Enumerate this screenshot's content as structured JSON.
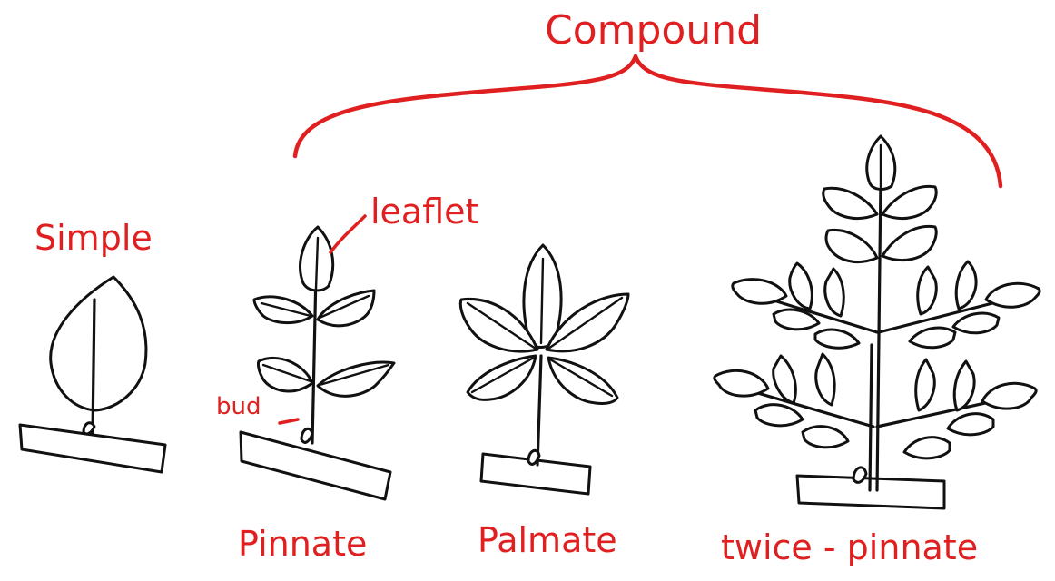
{
  "labels": {
    "compound": "Compound",
    "simple": "Simple",
    "leaflet": "leaflet",
    "bud": "bud",
    "pinnate": "Pinnate",
    "palmate": "Palmate",
    "twice_pinnate": "twice - pinnate"
  },
  "colors": {
    "label": "#e02020",
    "ink": "#111111",
    "background": "#ffffff"
  }
}
